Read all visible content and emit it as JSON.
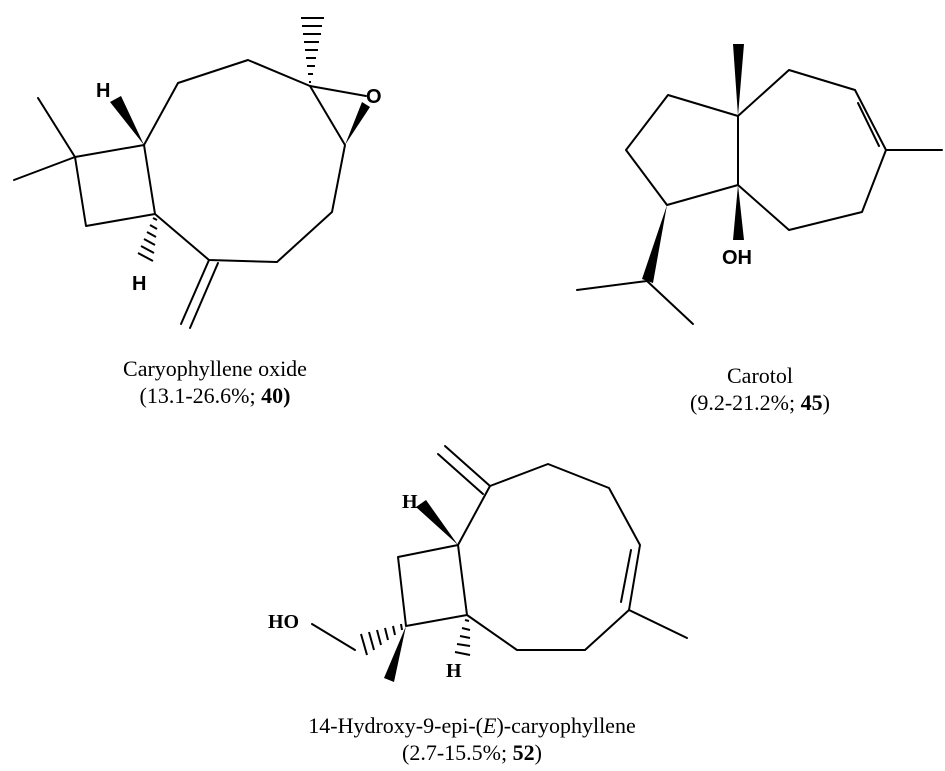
{
  "molecules": [
    {
      "name": "Caryophyllene oxide",
      "range": "13.1-26.6%",
      "compound_id": "40",
      "atoms": {
        "h_top": "H",
        "h_bottom": "H",
        "oxygen": "O"
      }
    },
    {
      "name": "Carotol",
      "range": "9.2-21.2%",
      "compound_id": "45",
      "atoms": {
        "hydroxyl": "OH"
      }
    },
    {
      "name_prefix": "14-Hydroxy-9-epi-(",
      "name_italic": "E",
      "name_suffix": ")-caryophyllene",
      "range": "2.7-15.5%",
      "compound_id": "52",
      "atoms": {
        "h_top": "H",
        "h_bottom": "H",
        "hydroxyl": "HO"
      }
    }
  ]
}
